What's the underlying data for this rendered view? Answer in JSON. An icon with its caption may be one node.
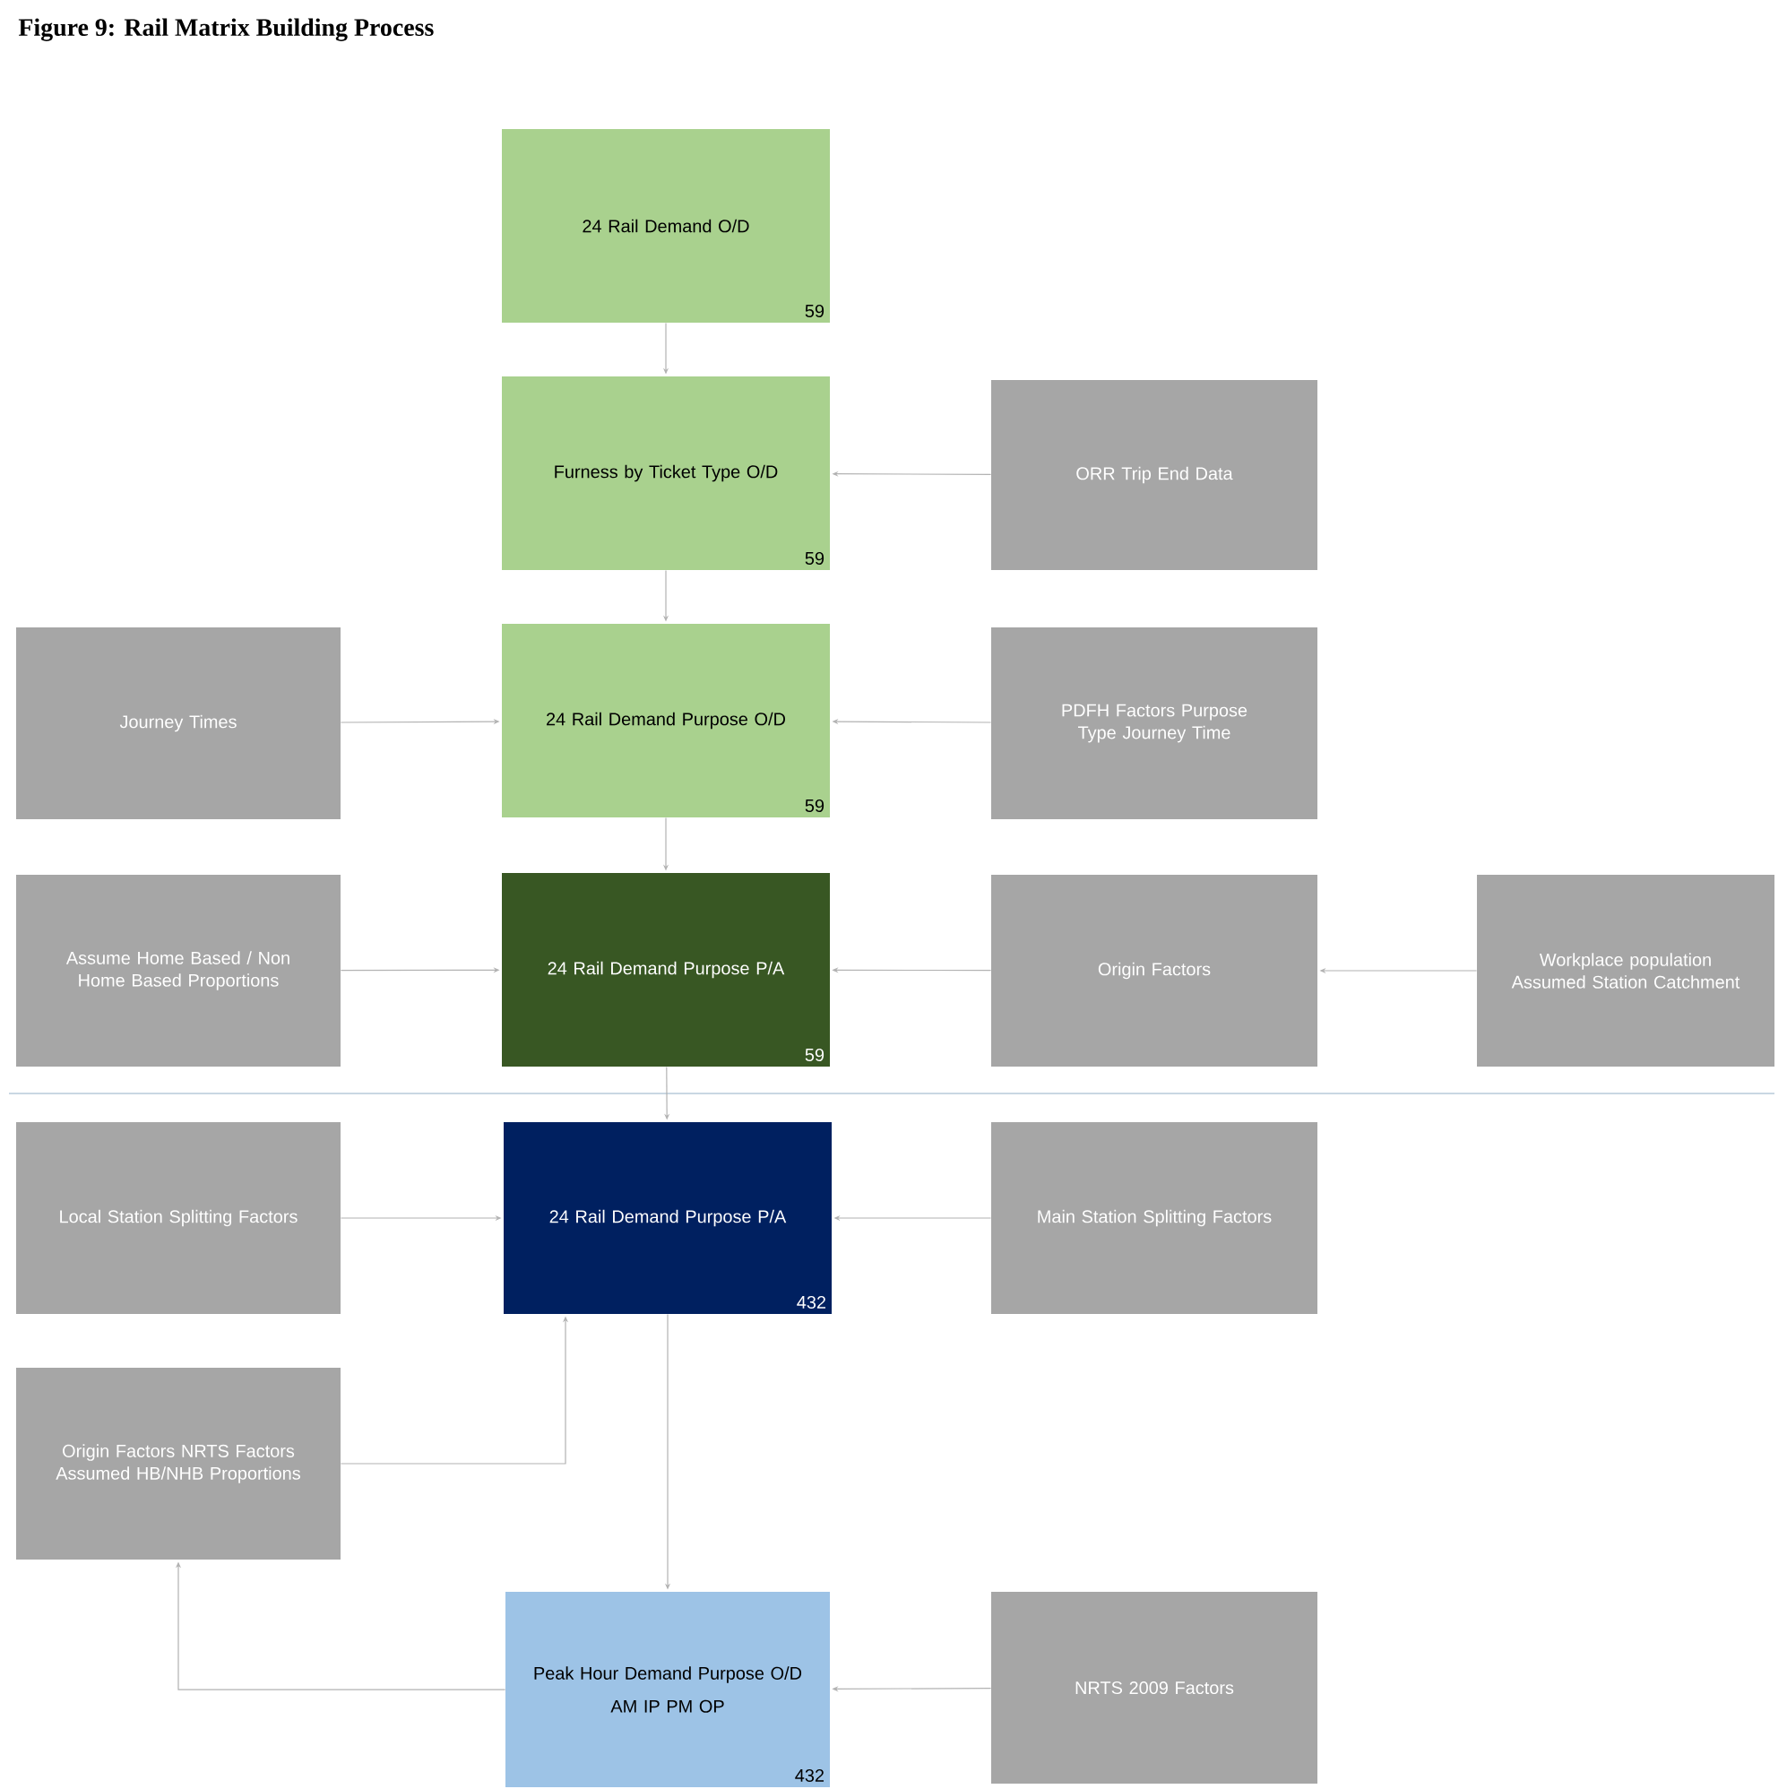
{
  "diagram": {
    "title": "Figure 9:  Rail Matrix Building Process",
    "nodes": [
      {
        "text": [
          "24 Rail Demand O/D",
          "59"
        ]
      },
      {
        "text": [
          "Furness by Ticket Type O/D",
          "59"
        ]
      },
      {
        "text": [
          "ORR Trip End Data"
        ]
      },
      {
        "text": [
          "Journey Times"
        ]
      },
      {
        "text": [
          "24 Rail Demand Purpose O/D",
          "59"
        ]
      },
      {
        "text": [
          "PDFH Factors Purpose Type Journey Time"
        ]
      },
      {
        "text": [
          "Assume Home Based / Non Home Based Proportions"
        ]
      },
      {
        "text": [
          "24 Rail Demand Purpose P/A",
          "59"
        ]
      },
      {
        "text": [
          "Origin Factors"
        ]
      },
      {
        "text": [
          "Workplace population Assumed Station Catchment"
        ]
      },
      {
        "text": [
          "Local Station Splitting Factors"
        ]
      },
      {
        "text": [
          "24 Rail Demand Purpose P/A",
          "432"
        ]
      },
      {
        "text": [
          "Main Station Splitting Factors"
        ]
      },
      {
        "text": [
          "Origin Factors NRTS Factors Assumed HB/NHB Proportions"
        ]
      },
      {
        "text": [
          "Peak Hour Demand Purpose O/D",
          "AM IP PM OP",
          "432"
        ]
      },
      {
        "text": [
          "NRTS 2009 Factors"
        ]
      }
    ],
    "edges": [
      {
        "from": 0,
        "to": 1,
        "arrow": "to"
      },
      {
        "from": 2,
        "to": 1,
        "arrow": "to"
      },
      {
        "from": 1,
        "to": 4,
        "arrow": "to"
      },
      {
        "from": 3,
        "to": 4,
        "arrow": "to"
      },
      {
        "from": 5,
        "to": 4,
        "arrow": "to"
      },
      {
        "from": 4,
        "to": 7,
        "arrow": "to"
      },
      {
        "from": 6,
        "to": 7,
        "arrow": "to"
      },
      {
        "from": 8,
        "to": 7,
        "arrow": "to"
      },
      {
        "from": 9,
        "to": 8,
        "arrow": "to"
      },
      {
        "from": 7,
        "to": 11,
        "arrow": "to"
      },
      {
        "from": 10,
        "to": 11,
        "arrow": "to"
      },
      {
        "from": 12,
        "to": 11,
        "arrow": "to"
      },
      {
        "from": 13,
        "to": 11,
        "arrow": "to"
      },
      {
        "from": 11,
        "to": 14,
        "arrow": "to"
      },
      {
        "from": 14,
        "to": 13,
        "arrow": "to"
      },
      {
        "from": 15,
        "to": 14,
        "arrow": "to"
      }
    ]
  }
}
